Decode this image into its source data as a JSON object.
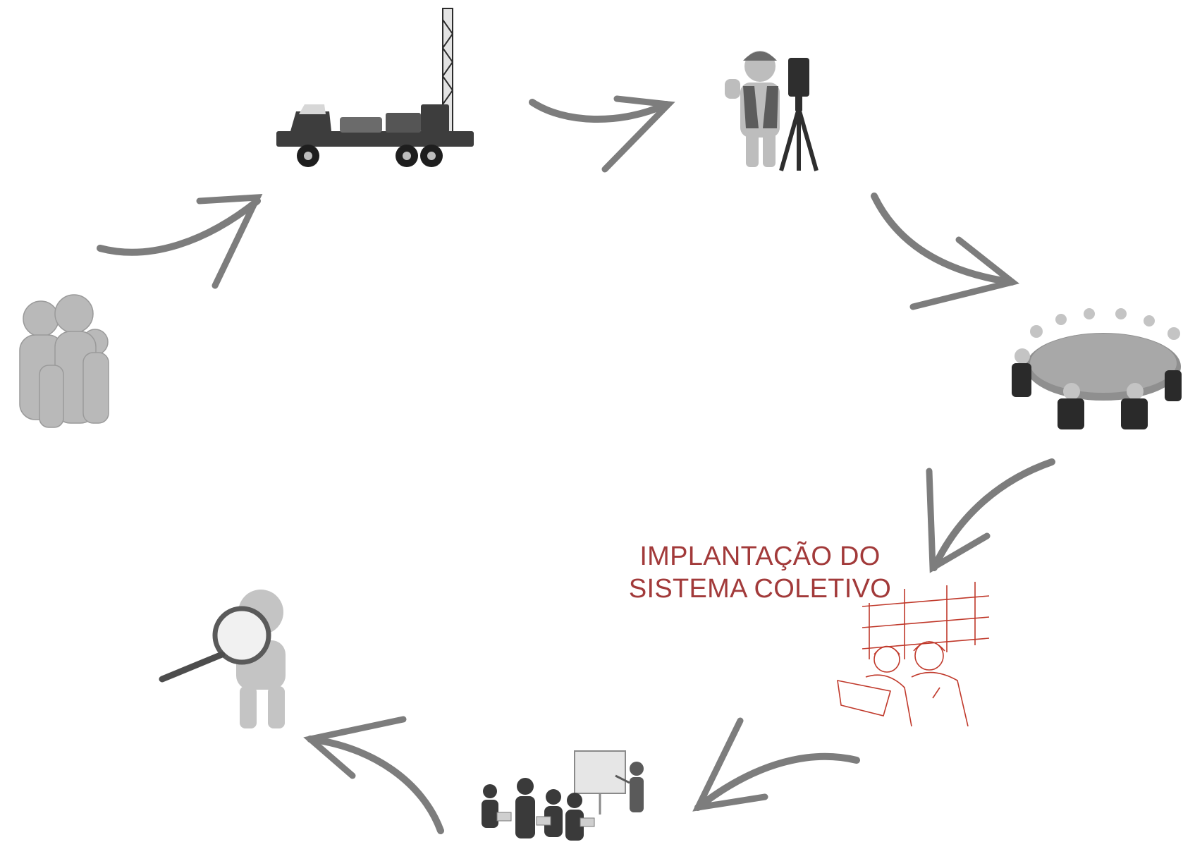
{
  "diagram": {
    "type": "cycle",
    "caption": {
      "line1": "IMPLANTAÇÃO DO",
      "line2": "SISTEMA COLETIVO"
    },
    "colors": {
      "arrow": "#7d7d7d",
      "figure": "#b9b9b9",
      "figure_dark": "#3d3d3d",
      "accent": "#a23a3a",
      "sketch": "#c0392b"
    },
    "steps": [
      {
        "icon": "family-figures-icon"
      },
      {
        "icon": "drilling-rig-truck-icon"
      },
      {
        "icon": "surveyor-with-theodolite-icon"
      },
      {
        "icon": "round-table-meeting-icon"
      },
      {
        "icon": "construction-workers-sketch-icon"
      },
      {
        "icon": "classroom-training-icon"
      },
      {
        "icon": "magnifying-glass-figure-icon"
      }
    ]
  }
}
